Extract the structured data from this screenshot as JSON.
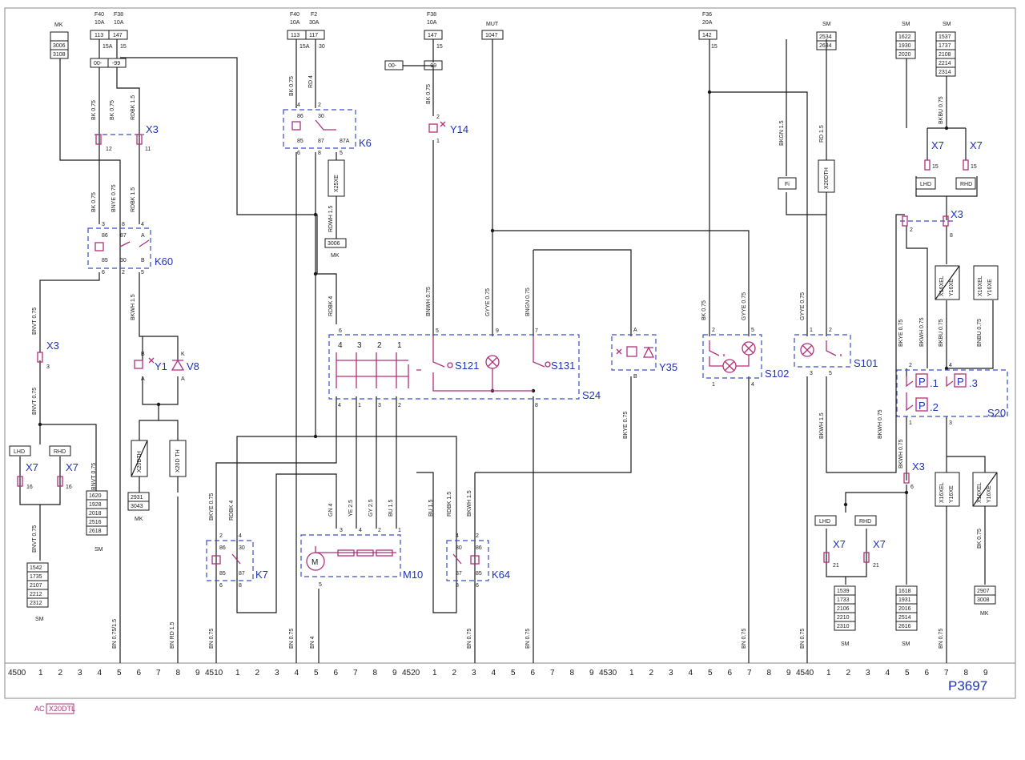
{
  "sheet": {
    "code": "P3697",
    "footer_text": "X20DTL",
    "footer_prefix": "AC",
    "ruler": {
      "blocks": [
        {
          "label": "4500",
          "numbers": [
            "1",
            "2",
            "3",
            "4",
            "5",
            "6",
            "7",
            "8",
            "9"
          ]
        },
        {
          "label": "4510",
          "numbers": [
            "1",
            "2",
            "3",
            "4",
            "5",
            "6",
            "7",
            "8",
            "9"
          ]
        },
        {
          "label": "4520",
          "numbers": [
            "1",
            "2",
            "3",
            "4",
            "5",
            "6",
            "7",
            "8",
            "9"
          ]
        },
        {
          "label": "4530",
          "numbers": [
            "1",
            "2",
            "3",
            "4",
            "5",
            "6",
            "7",
            "8",
            "9"
          ]
        },
        {
          "label": "4540",
          "numbers": [
            "1",
            "2",
            "3",
            "4",
            "5",
            "6",
            "7",
            "8",
            "9"
          ]
        }
      ]
    }
  },
  "components": {
    "x3": "X3",
    "x7": "X7",
    "k60": "K60",
    "k6": "K6",
    "k7": "K7",
    "k64": "K64",
    "y1": "Y1",
    "v8": "V8",
    "y14": "Y14",
    "y35": "Y35",
    "s121": "S121",
    "s131": "S131",
    "s24": "S24",
    "s102": "S102",
    "s101": "S101",
    "s20": "S20",
    "m10": "M10",
    "p": "P",
    "p1": ".1",
    "p2": ".2",
    "p3": ".3"
  },
  "fuses": [
    {
      "name": "F40",
      "rating": "10A",
      "value": "113"
    },
    {
      "name": "F38",
      "rating": "10A",
      "value": "147"
    },
    {
      "name": "F40",
      "rating": "10A",
      "value": "113"
    },
    {
      "name": "F2",
      "rating": "30A",
      "value": "117"
    },
    {
      "name": "F38",
      "rating": "10A",
      "value": "147"
    },
    {
      "name": "MUT",
      "rating": "",
      "value": "1047"
    },
    {
      "name": "F36",
      "rating": "20A",
      "value": "142"
    }
  ],
  "refs": {
    "mk": "MK",
    "sm": "SM",
    "lhd": "LHD",
    "rhd": "RHD",
    "fi": "Fi",
    "mk_top": [
      "3006",
      "3108"
    ],
    "sm_top1": [
      "2534",
      "2634"
    ],
    "sm_top2": [
      "1622",
      "1930",
      "2020"
    ],
    "sm_top3": [
      "1537",
      "1737",
      "2108",
      "2214",
      "2314"
    ],
    "sm_left1": [
      "1620",
      "1928",
      "2018",
      "2516",
      "2618"
    ],
    "sm_left2": [
      "1542",
      "1735",
      "2107",
      "2212",
      "2312"
    ],
    "mk_mid": [
      "2931",
      "3043"
    ],
    "mk_k6": [
      "3006"
    ],
    "sm_b1": [
      "1539",
      "1733",
      "2106",
      "2210",
      "2310"
    ],
    "sm_b2": [
      "1618",
      "1931",
      "2016",
      "2514",
      "2616"
    ],
    "mk_b": [
      "2907",
      "3008"
    ],
    "fuse_pair1": [
      "00-",
      "-99"
    ],
    "fuse_pair2": [
      "00-",
      "-99"
    ],
    "fuse_ratings": [
      "15A",
      "15",
      "15A",
      "30",
      "15",
      "15"
    ],
    "var_x20dth": "X20DTH",
    "var_x25xe": "X25XE",
    "var_x16xel": "X16XEL",
    "var_y16xe": "Y16XE",
    "var_x20dth_b": "X20D TH",
    "var_mot": "M"
  },
  "wires": {
    "bk075": "BK 0.75",
    "rdbk15": "RDBK 1.5",
    "bnye075": "BNYE 0.75",
    "bnvt075": "BNVT 0.75",
    "bkwh15": "BKWH 1.5",
    "rd4": "RD 4",
    "rdbk4": "RDBK 4",
    "rdwh15": "RDWH 1.5",
    "bnwh075": "BNWH 0.75",
    "gyye075": "GYYE 0.75",
    "bngn075": "BNGN 0.75",
    "bkgn15": "BKGN 1.5",
    "rd15": "RD 1.5",
    "bkbu075": "BKBU 0.75",
    "bkye075": "BKYE 0.75",
    "bkwh075": "BKWH 0.75",
    "bnbu075": "BNBU 0.75",
    "gn4": "GN 4",
    "ye25": "YE 2.5",
    "gy25": "GY 2.5",
    "bu15": "BU 1.5",
    "bkwh15b": "BKWH 1.5",
    "bn0715": "BN 0.75/1.5",
    "bnrd15": "BN RD 1.5",
    "bn075": "BN 0.75",
    "bn4": "BN 4"
  }
}
